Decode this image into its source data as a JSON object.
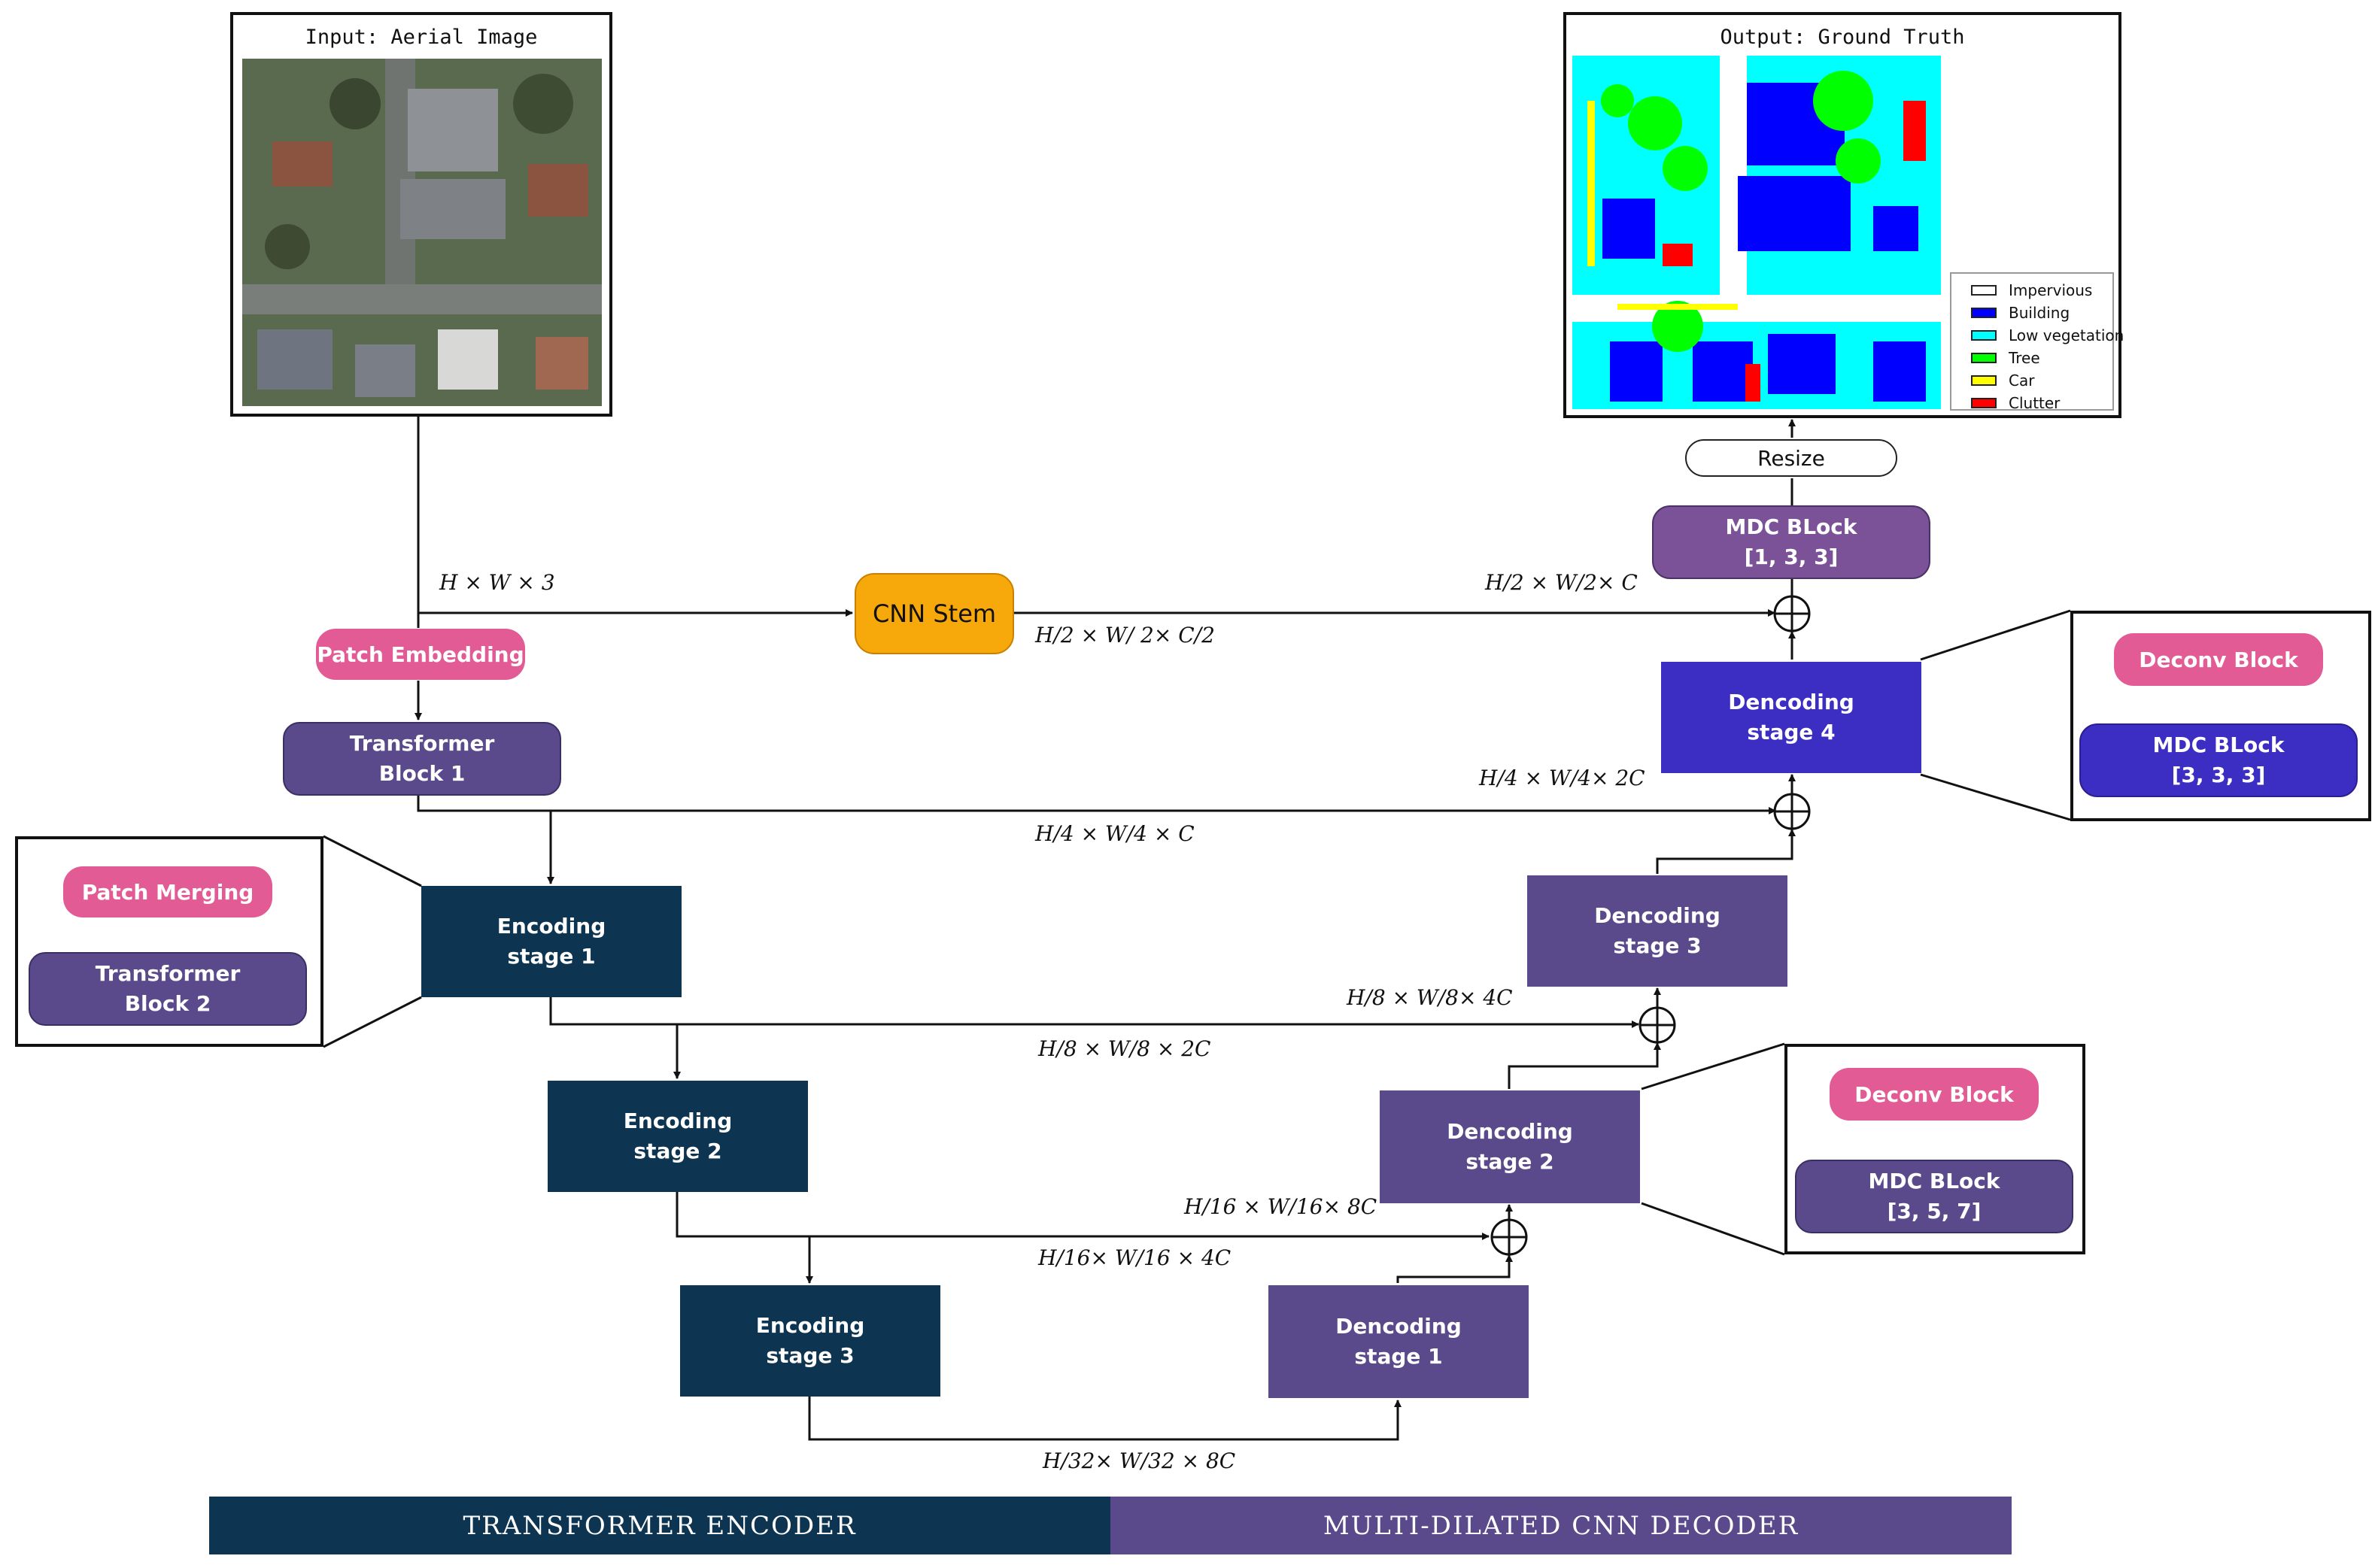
{
  "input": {
    "title": "Input: Aerial Image"
  },
  "output": {
    "title": "Output: Ground Truth",
    "legend": [
      {
        "label": "Impervious",
        "color": "#ffffff"
      },
      {
        "label": "Building",
        "color": "#0000ff"
      },
      {
        "label": "Low vegetation",
        "color": "#00ffff"
      },
      {
        "label": "Tree",
        "color": "#00ff00"
      },
      {
        "label": "Car",
        "color": "#ffff00"
      },
      {
        "label": "Clutter",
        "color": "#ff0000"
      }
    ]
  },
  "blocks": {
    "patch_embedding": "Patch Embedding",
    "cnn_stem": "CNN Stem",
    "transformer_block_1": [
      "Transformer",
      "Block 1"
    ],
    "encoding_stage_1": [
      "Encoding",
      "stage 1"
    ],
    "encoding_stage_2": [
      "Encoding",
      "stage 2"
    ],
    "encoding_stage_3": [
      "Encoding",
      "stage 3"
    ],
    "decoding_stage_1": [
      "Dencoding",
      "stage 1"
    ],
    "decoding_stage_2": [
      "Dencoding",
      "stage 2"
    ],
    "decoding_stage_3": [
      "Dencoding",
      "stage 3"
    ],
    "decoding_stage_4": [
      "Dencoding",
      "stage 4"
    ],
    "mdc_top": [
      "MDC BLock",
      "[1, 3, 3]"
    ],
    "resize": "Resize"
  },
  "insets": {
    "encoder_inset": {
      "top": "Patch Merging",
      "bottom": [
        "Transformer",
        "Block 2"
      ]
    },
    "decoder4_inset": {
      "top": "Deconv Block",
      "bottom": [
        "MDC BLock",
        "[3, 3, 3]"
      ]
    },
    "decoder2_inset": {
      "top": "Deconv Block",
      "bottom": [
        "MDC BLock",
        "[3, 5, 7]"
      ]
    }
  },
  "labels": {
    "hw3": "H × W × 3",
    "stem_out": "H/2 × W/ 2× C/2",
    "h2": "H/2 × W/2× C",
    "h4_dec": "H/4 × W/4× 2C",
    "h4_enc": "H/4 × W/4 × C",
    "h8_dec": "H/8 × W/8× 4C",
    "h8_enc": "H/8 × W/8 × 2C",
    "h16_dec": "H/16 × W/16× 8C",
    "h16_enc": "H/16× W/16 × 4C",
    "h32": "H/32× W/32 × 8C"
  },
  "banner": {
    "encoder": "TRANSFORMER ENCODER",
    "decoder": "MULTI-DILATED CNN DECODER"
  },
  "colors": {
    "encoder": "#0d3552",
    "decoder": "#5a4a8c",
    "decoder_stage4": "#3c2ec2",
    "pink": "#e35b94",
    "cnn_stem": "#f7a80a",
    "mdc": "#7b5197"
  }
}
